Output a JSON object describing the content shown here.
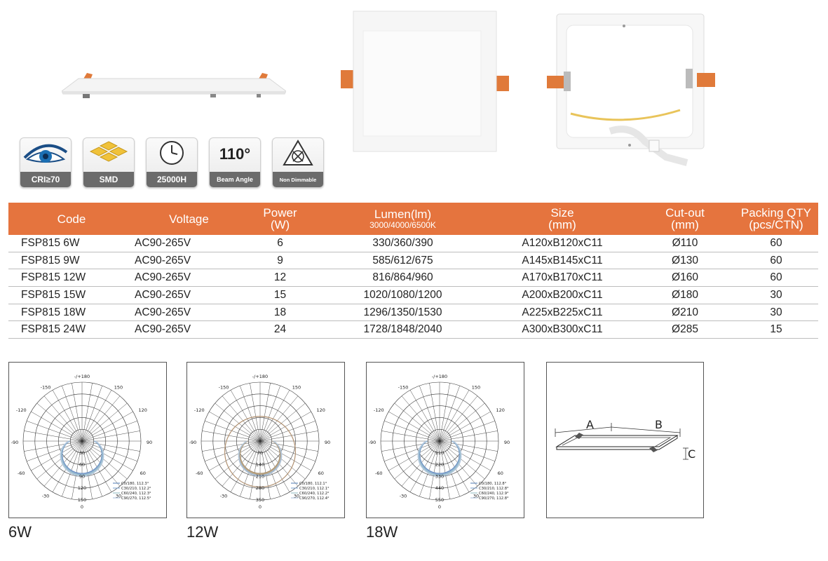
{
  "colors": {
    "accent": "#e5743e",
    "badge_label_bg": "#6b6b6b",
    "tab_orange": "#e07a3a"
  },
  "badges": [
    {
      "icon": "eye-icon",
      "label": "CRI≥70"
    },
    {
      "icon": "smd-chip-icon",
      "label": "SMD"
    },
    {
      "icon": "clock-icon",
      "label": "25000H"
    },
    {
      "icon": "beam-angle-icon",
      "value": "110°",
      "label": "Beam Angle"
    },
    {
      "icon": "non-dimmable-icon",
      "label": "Non Dimmable"
    }
  ],
  "table": {
    "headers": [
      {
        "main": "Code",
        "sub": ""
      },
      {
        "main": "Voltage",
        "sub": ""
      },
      {
        "main": "Power",
        "sub": "(W)"
      },
      {
        "main": "Lumen(lm)",
        "sub": "3000/4000/6500K"
      },
      {
        "main": "Size",
        "sub": "(mm)"
      },
      {
        "main": "Cut-out",
        "sub": "(mm)"
      },
      {
        "main": "Packing QTY",
        "sub": "(pcs/CTN)"
      }
    ],
    "rows": [
      [
        "FSP815 6W",
        "AC90-265V",
        "6",
        "330/360/390",
        "A120xB120xC11",
        "Ø110",
        "60"
      ],
      [
        "FSP815 9W",
        "AC90-265V",
        "9",
        "585/612/675",
        "A145xB145xC11",
        "Ø130",
        "60"
      ],
      [
        "FSP815 12W",
        "AC90-265V",
        "12",
        "816/864/960",
        "A170xB170xC11",
        "Ø160",
        "60"
      ],
      [
        "FSP815 15W",
        "AC90-265V",
        "15",
        "1020/1080/1200",
        "A200xB200xC11",
        "Ø180",
        "30"
      ],
      [
        "FSP815 18W",
        "AC90-265V",
        "18",
        "1296/1350/1530",
        "A225xB225xC11",
        "Ø210",
        "30"
      ],
      [
        "FSP815 24W",
        "AC90-265V",
        "24",
        "1728/1848/2040",
        "A300xB300xC11",
        "Ø285",
        "15"
      ]
    ]
  },
  "polar_charts": [
    {
      "label": "6W",
      "radial_ticks": [
        "30",
        "60",
        "90",
        "120",
        "150"
      ],
      "legend": [
        "C0/180, 112.3°",
        "C30/210, 112.2°",
        "C60/240, 112.3°",
        "C90/270, 112.5°"
      ]
    },
    {
      "label": "12W",
      "radial_ticks": [
        "70",
        "140",
        "210",
        "280",
        "350"
      ],
      "legend": [
        "C0/180, 112.1°",
        "C30/210, 112.1°",
        "C60/240, 112.2°",
        "C90/270, 112.4°"
      ]
    },
    {
      "label": "18W",
      "radial_ticks": [
        "110",
        "220",
        "330",
        "440",
        "550"
      ],
      "legend": [
        "C0/180, 112.8°",
        "C30/210, 112.8°",
        "C60/240, 112.9°",
        "C90/270, 112.8°"
      ]
    }
  ],
  "polar_angles": {
    "top": "-/+180",
    "l150": "-150",
    "r150": "150",
    "l120": "-120",
    "r120": "120",
    "l90": "-90",
    "r90": "90",
    "l60": "-60",
    "r60": "60",
    "l30": "-30",
    "r30": "30",
    "bottom": "0"
  },
  "dimension_labels": {
    "a": "A",
    "b": "B",
    "c": "C"
  }
}
